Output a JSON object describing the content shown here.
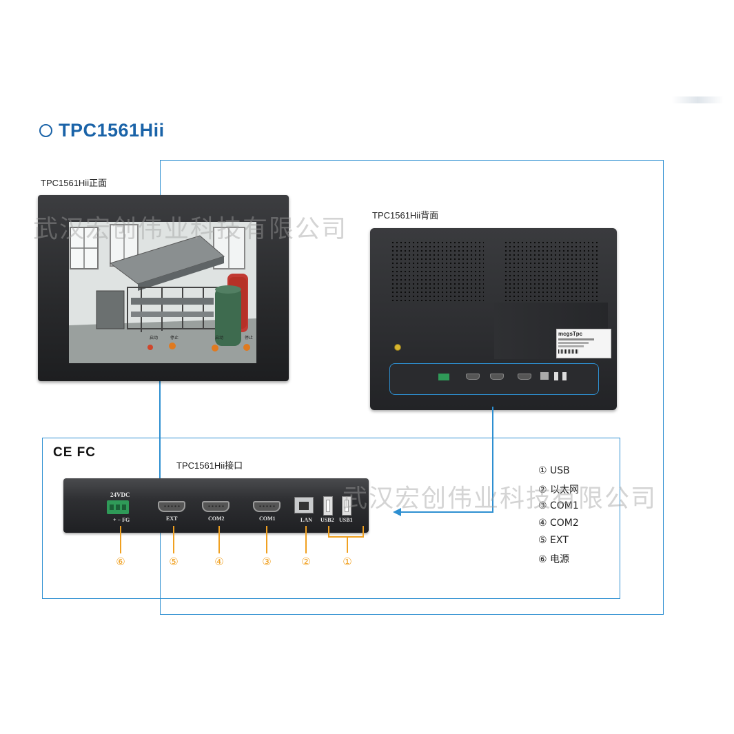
{
  "title": "TPC1561Hii",
  "captions": {
    "front": "TPC1561Hii正面",
    "back": "TPC1561Hii背面",
    "interface": "TPC1561Hii接口"
  },
  "certifications": "CE FC",
  "watermark": "武汉宏创伟业科技有限公司",
  "interface_labels": {
    "power": "24VDC",
    "power_pins": "+ − FG",
    "ext": "EXT",
    "com2": "COM2",
    "com1": "COM1",
    "lan": "LAN",
    "usb2": "USB2",
    "usb1": "USB1"
  },
  "callouts": [
    "⑥",
    "⑤",
    "④",
    "③",
    "②",
    "①"
  ],
  "legend": [
    {
      "num": "①",
      "label": "USB"
    },
    {
      "num": "②",
      "label": "以太网"
    },
    {
      "num": "③",
      "label": "COM1"
    },
    {
      "num": "④",
      "label": "COM2"
    },
    {
      "num": "⑤",
      "label": "EXT"
    },
    {
      "num": "⑥",
      "label": "电源"
    }
  ],
  "back_label": {
    "brand": "mcgsTpc"
  },
  "colors": {
    "title": "#1a63a8",
    "line": "#2d8fd1",
    "callout": "#f0a020"
  }
}
